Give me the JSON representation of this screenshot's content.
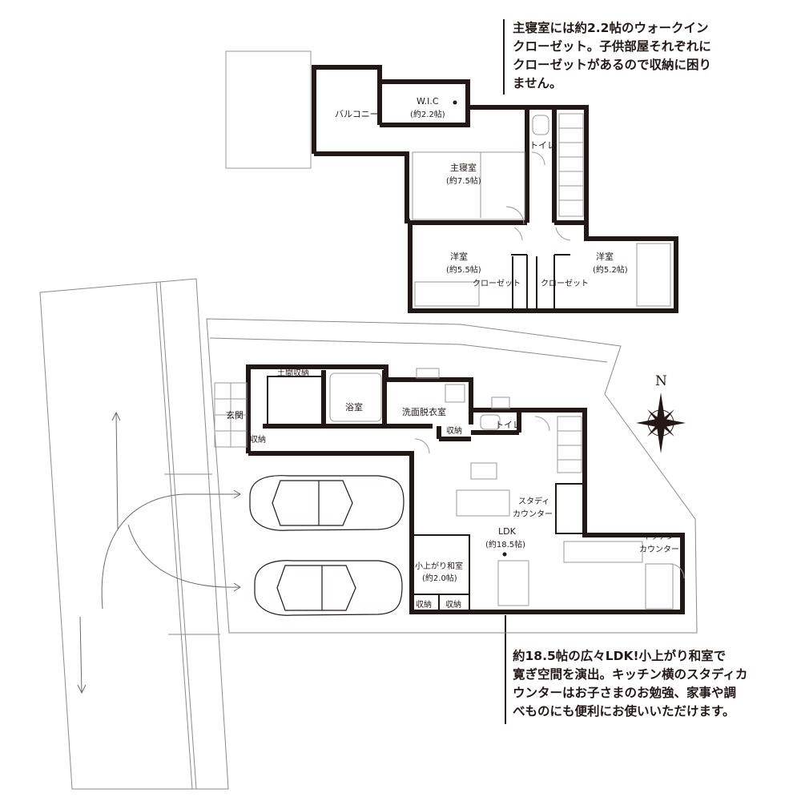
{
  "notes": {
    "upper": "主寝室には約2.2帖のウォークイン\nクローゼット。子供部屋それぞれに\nクローゼットがあるので収納に困り\nません。",
    "lower": "約18.5帖の広々LDK!小上がり和室で\n寛ぎ空間を演出。キッチン横のスタディカ\nウンターはお子さまのお勉強、家事や調\nべものにも便利にお使いいただけます。"
  },
  "compass": {
    "north": "N"
  },
  "second_floor": {
    "balcony": "バルコニー",
    "wic": {
      "name": "W.I.C",
      "area": "(約2.2帖)"
    },
    "master": {
      "name": "主寝室",
      "area": "(約7.5帖)"
    },
    "toilet": "トイレ",
    "room_west": {
      "name": "洋室",
      "area": "(約5.5帖)"
    },
    "room_east": {
      "name": "洋室",
      "area": "(約5.2帖)"
    },
    "closet_west": "クローゼット",
    "closet_east": "クローゼット"
  },
  "first_floor": {
    "shoe_storage": "土間収納",
    "entrance": "玄関",
    "entrance_storage": "収納",
    "bath": "浴室",
    "washroom": "洗面脱衣室",
    "hall_storage": "収納",
    "toilet": "トイレ",
    "study_counter_1": "スタディ",
    "study_counter_2": "カウンター",
    "ldk": {
      "name": "LDK",
      "area": "(約18.5帖)"
    },
    "tatami": {
      "name": "小上がり和室",
      "area": "(約2.0帖)"
    },
    "tatami_storage_1": "収納",
    "tatami_storage_2": "収納",
    "kitchen_counter_1": "キッチン",
    "kitchen_counter_2": "カウンター"
  }
}
